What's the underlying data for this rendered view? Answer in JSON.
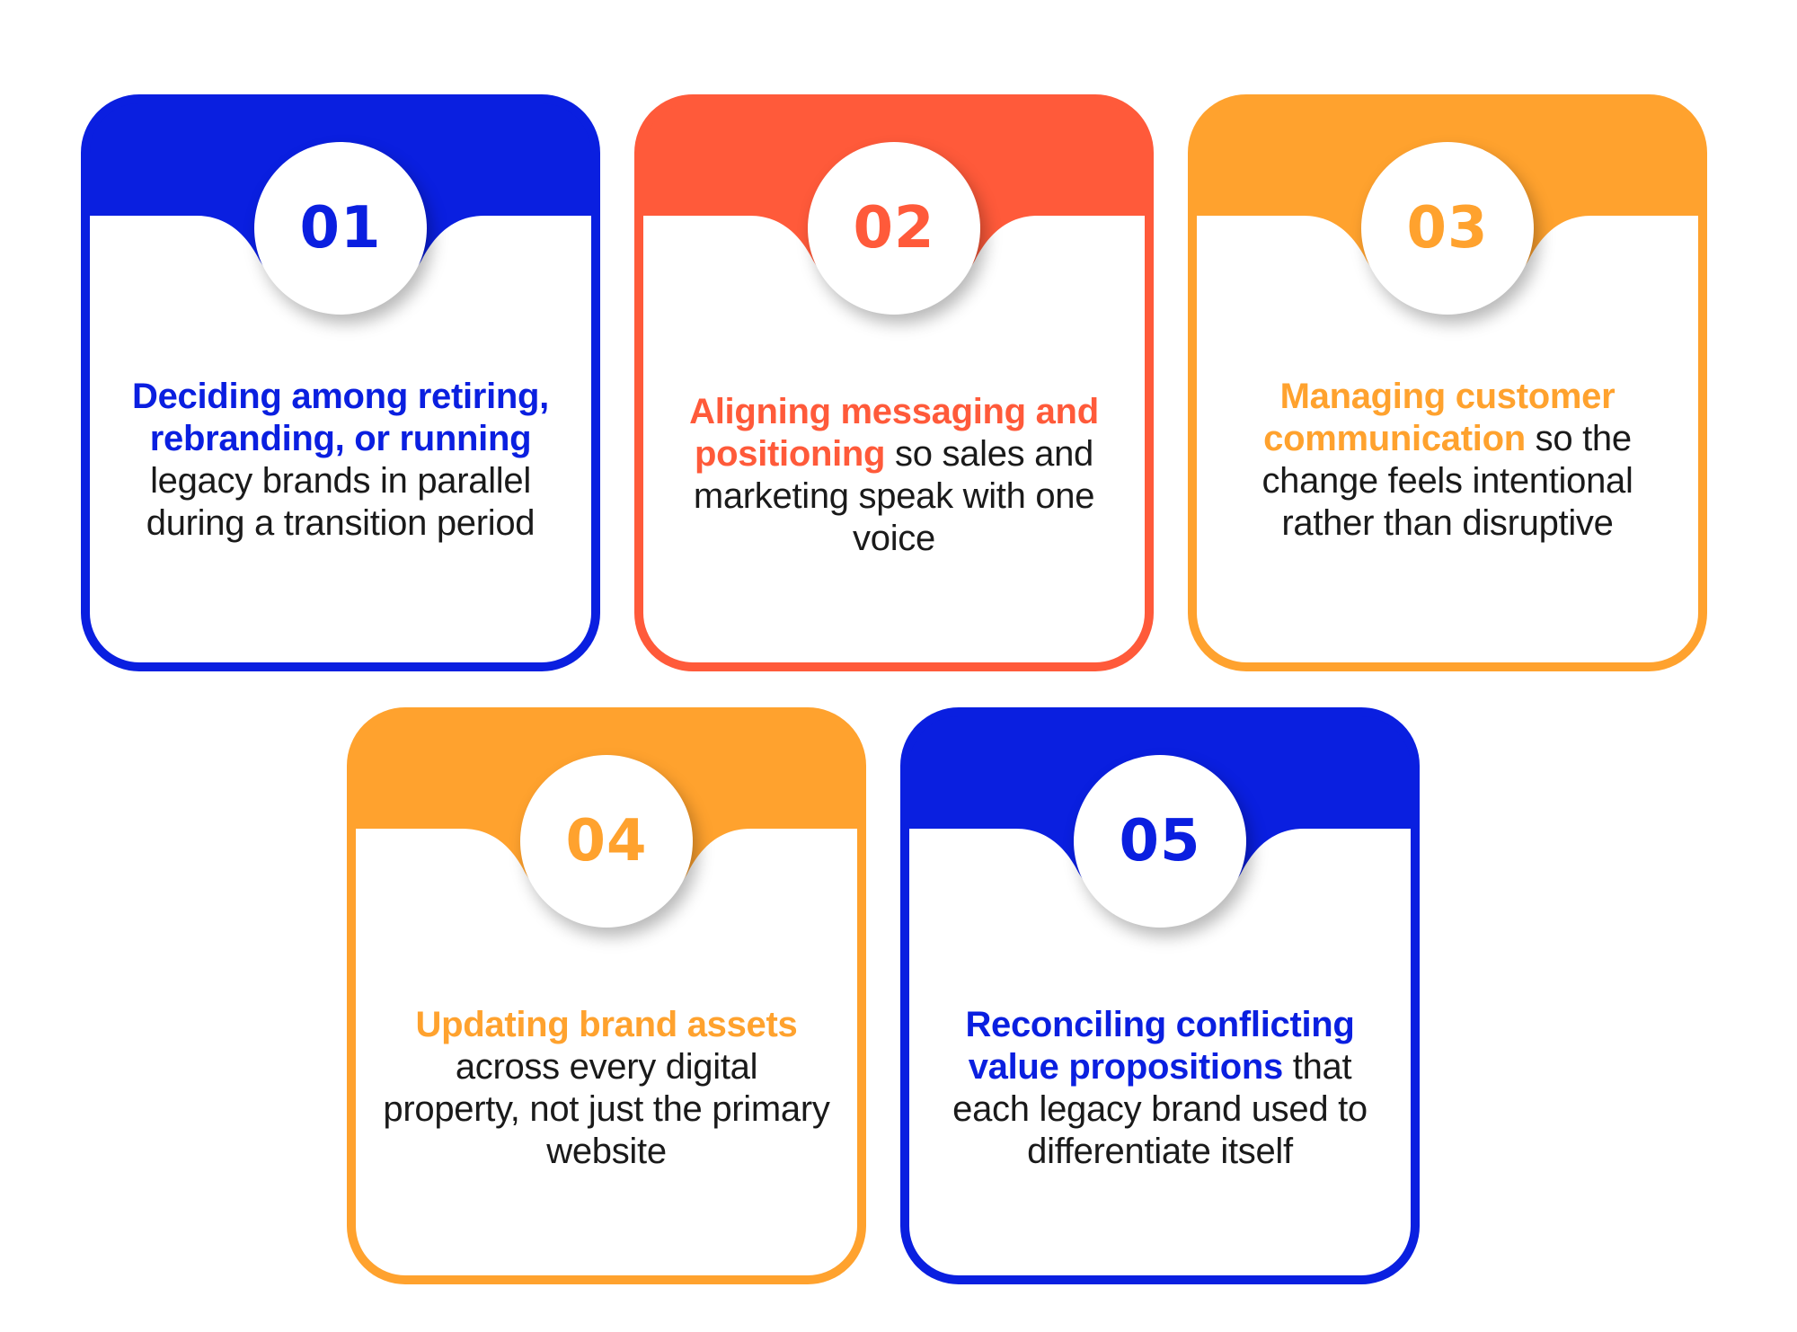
{
  "cards": [
    {
      "number": "01",
      "color": "#0a1fe0",
      "highlight": "Deciding among retiring, rebranding, or running",
      "rest": " legacy brands in parallel during a transition period"
    },
    {
      "number": "02",
      "color": "#ff5a3a",
      "highlight": "Aligning messaging and positioning",
      "rest": " so sales and marketing speak with one voice"
    },
    {
      "number": "03",
      "color": "#ffa22e",
      "highlight": "Managing customer communication",
      "rest": " so the change feels intentional rather than disruptive"
    },
    {
      "number": "04",
      "color": "#ffa22e",
      "highlight": "Updating brand assets",
      "rest": " across every digital property, not just the primary website"
    },
    {
      "number": "05",
      "color": "#0a1fe0",
      "highlight": "Reconciling conflicting value propositions",
      "rest": " that each legacy brand used to differentiate itself"
    }
  ]
}
